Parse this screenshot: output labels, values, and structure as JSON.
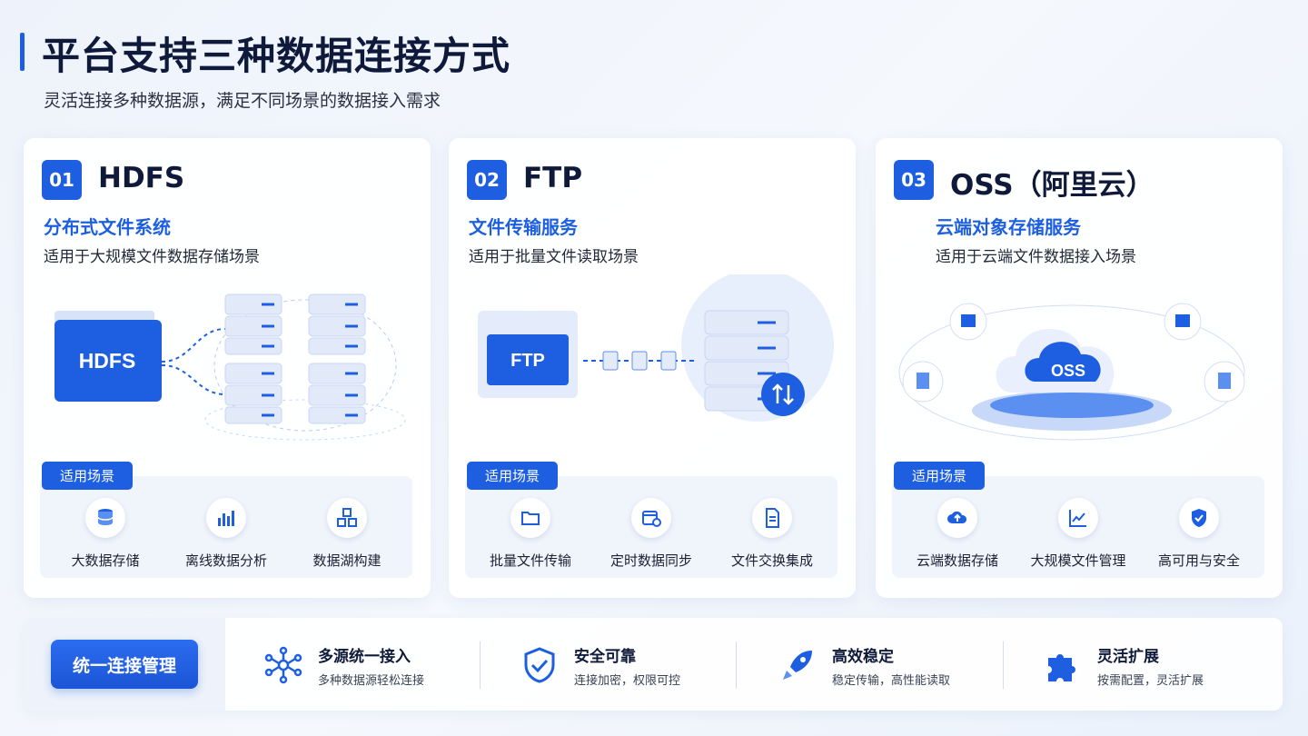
{
  "header": {
    "title": "平台支持三种数据连接方式",
    "subtitle": "灵活连接多种数据源，满足不同场景的数据接入需求"
  },
  "cards": [
    {
      "num": "01",
      "name": "HDFS",
      "sub": "分布式文件系统",
      "desc": "适用于大规模文件数据存储场景",
      "illus_label": "HDFS",
      "tag": "适用场景",
      "scenarios": [
        {
          "label": "大数据存储",
          "icon": "database-icon"
        },
        {
          "label": "离线数据分析",
          "icon": "bar-chart-icon"
        },
        {
          "label": "数据湖构建",
          "icon": "cubes-icon"
        }
      ]
    },
    {
      "num": "02",
      "name": "FTP",
      "sub": "文件传输服务",
      "desc": "适用于批量文件读取场景",
      "illus_label": "FTP",
      "tag": "适用场景",
      "scenarios": [
        {
          "label": "批量文件传输",
          "icon": "folder-icon"
        },
        {
          "label": "定时数据同步",
          "icon": "calendar-clock-icon"
        },
        {
          "label": "文件交换集成",
          "icon": "document-icon"
        }
      ]
    },
    {
      "num": "03",
      "name": "OSS（阿里云）",
      "sub": "云端对象存储服务",
      "desc": "适用于云端文件数据接入场景",
      "illus_label": "OSS",
      "tag": "适用场景",
      "scenarios": [
        {
          "label": "云端数据存储",
          "icon": "cloud-upload-icon"
        },
        {
          "label": "大规模文件管理",
          "icon": "line-chart-icon"
        },
        {
          "label": "高可用与安全",
          "icon": "shield-icon"
        }
      ]
    }
  ],
  "bottom": {
    "button": "统一连接管理",
    "features": [
      {
        "title": "多源统一接入",
        "desc": "多种数据源轻松连接",
        "icon": "network-icon"
      },
      {
        "title": "安全可靠",
        "desc": "连接加密，权限可控",
        "icon": "shield-check-icon"
      },
      {
        "title": "高效稳定",
        "desc": "稳定传输，高性能读取",
        "icon": "rocket-icon"
      },
      {
        "title": "灵活扩展",
        "desc": "按需配置，灵活扩展",
        "icon": "puzzle-icon"
      }
    ]
  },
  "colors": {
    "accent": "#1d5fe0",
    "title": "#0f1a3a"
  }
}
